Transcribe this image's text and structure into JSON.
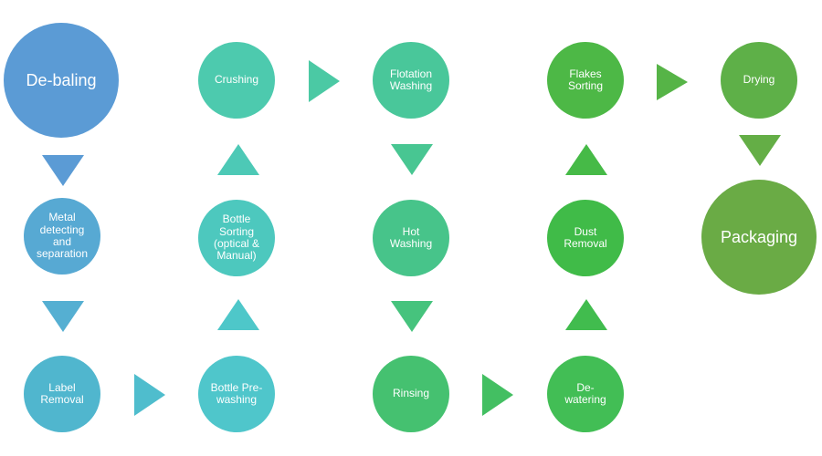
{
  "steps": {
    "debaling": {
      "label": "De-baling",
      "color": "#5B9BD5"
    },
    "metal": {
      "label": "Metal\ndetecting\nand\nseparation",
      "color": "#57A9D3"
    },
    "label_rem": {
      "label": "Label\nRemoval",
      "color": "#50B6CE"
    },
    "prewash": {
      "label": "Bottle Pre-\nwashing",
      "color": "#4FC6CB"
    },
    "sorting": {
      "label": "Bottle\nSorting\n(optical &\nManual)",
      "color": "#4DC8BE"
    },
    "crushing": {
      "label": "Crushing",
      "color": "#4DCAAE"
    },
    "flotation": {
      "label": "Flotation\nWashing",
      "color": "#49C79A"
    },
    "hot": {
      "label": "Hot\nWashing",
      "color": "#47C48A"
    },
    "rinsing": {
      "label": "Rinsing",
      "color": "#45C170"
    },
    "dewater": {
      "label": "De-\nwatering",
      "color": "#42BE55"
    },
    "dust": {
      "label": "Dust\nRemoval",
      "color": "#40BB48"
    },
    "flakes": {
      "label": "Flakes\nSorting",
      "color": "#4DB846"
    },
    "drying": {
      "label": "Drying",
      "color": "#5EB048"
    },
    "packaging": {
      "label": "Packaging",
      "color": "#6AAB45"
    }
  }
}
